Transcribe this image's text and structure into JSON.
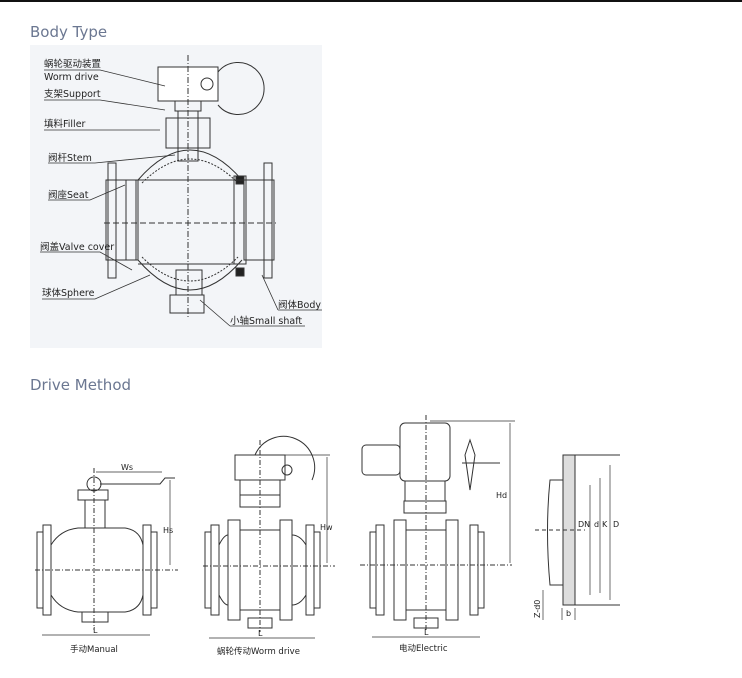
{
  "sections": {
    "body_type": {
      "title": "Body Type",
      "labels": {
        "worm_drive_cn": "蜗轮驱动装置",
        "worm_drive": "Worm drive",
        "support": "支架Support",
        "filler": "填料Filler",
        "stem": "阀杆Stem",
        "seat": "阀座Seat",
        "valve_cover": "阀盖Valve cover",
        "sphere": "球体Sphere",
        "body": "阀体Body",
        "small_shaft": "小轴Small shaft"
      }
    },
    "drive_method": {
      "title": "Drive Method",
      "captions": {
        "manual": "手动Manual",
        "worm": "蜗轮传动Worm drive",
        "electric": "电动Electric"
      },
      "dims": {
        "ws": "Ws",
        "hs": "Hs",
        "hw": "Hw",
        "hd": "Hd",
        "l": "L",
        "dn": "DN",
        "d_small": "d",
        "k": "K",
        "d_big": "D",
        "b": "b",
        "z": "Z-d0"
      }
    }
  }
}
